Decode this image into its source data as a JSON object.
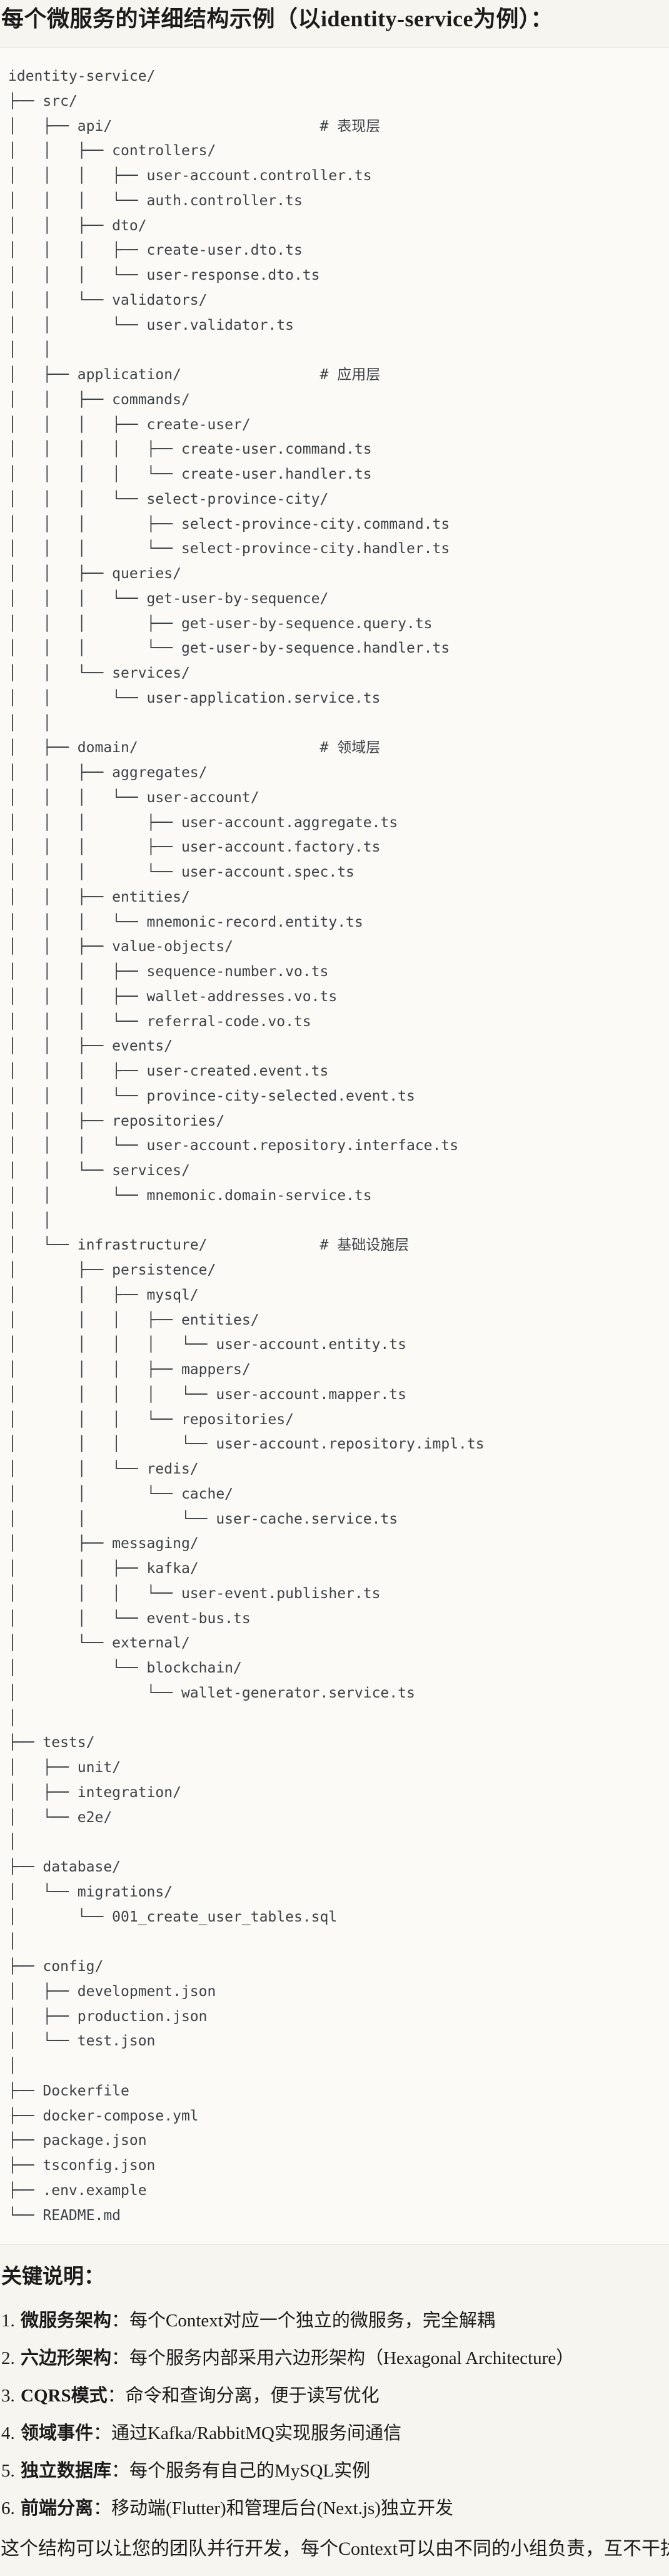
{
  "colors": {
    "page_bg": "#f7f5ef",
    "code_bg": "#fbfaf6",
    "border_col": "#e5e2d8",
    "tree_col": "#3d4247",
    "text_col": "#1b1b1b"
  },
  "title": "每个微服务的详细结构示例（以identity-service为例）：",
  "tree": {
    "lines": [
      "identity-service/",
      "├── src/",
      "│   ├── api/                        # 表现层",
      "│   │   ├── controllers/",
      "│   │   │   ├── user-account.controller.ts",
      "│   │   │   └── auth.controller.ts",
      "│   │   ├── dto/",
      "│   │   │   ├── create-user.dto.ts",
      "│   │   │   └── user-response.dto.ts",
      "│   │   └── validators/",
      "│   │       └── user.validator.ts",
      "│   │",
      "│   ├── application/                # 应用层",
      "│   │   ├── commands/",
      "│   │   │   ├── create-user/",
      "│   │   │   │   ├── create-user.command.ts",
      "│   │   │   │   └── create-user.handler.ts",
      "│   │   │   └── select-province-city/",
      "│   │   │       ├── select-province-city.command.ts",
      "│   │   │       └── select-province-city.handler.ts",
      "│   │   ├── queries/",
      "│   │   │   └── get-user-by-sequence/",
      "│   │   │       ├── get-user-by-sequence.query.ts",
      "│   │   │       └── get-user-by-sequence.handler.ts",
      "│   │   └── services/",
      "│   │       └── user-application.service.ts",
      "│   │",
      "│   ├── domain/                     # 领域层",
      "│   │   ├── aggregates/",
      "│   │   │   └── user-account/",
      "│   │   │       ├── user-account.aggregate.ts",
      "│   │   │       ├── user-account.factory.ts",
      "│   │   │       └── user-account.spec.ts",
      "│   │   ├── entities/",
      "│   │   │   └── mnemonic-record.entity.ts",
      "│   │   ├── value-objects/",
      "│   │   │   ├── sequence-number.vo.ts",
      "│   │   │   ├── wallet-addresses.vo.ts",
      "│   │   │   └── referral-code.vo.ts",
      "│   │   ├── events/",
      "│   │   │   ├── user-created.event.ts",
      "│   │   │   └── province-city-selected.event.ts",
      "│   │   ├── repositories/",
      "│   │   │   └── user-account.repository.interface.ts",
      "│   │   └── services/",
      "│   │       └── mnemonic.domain-service.ts",
      "│   │",
      "│   └── infrastructure/             # 基础设施层",
      "│       ├── persistence/",
      "│       │   ├── mysql/",
      "│       │   │   ├── entities/",
      "│       │   │   │   └── user-account.entity.ts",
      "│       │   │   ├── mappers/",
      "│       │   │   │   └── user-account.mapper.ts",
      "│       │   │   └── repositories/",
      "│       │   │       └── user-account.repository.impl.ts",
      "│       │   └── redis/",
      "│       │       └── cache/",
      "│       │           └── user-cache.service.ts",
      "│       ├── messaging/",
      "│       │   ├── kafka/",
      "│       │   │   └── user-event.publisher.ts",
      "│       │   └── event-bus.ts",
      "│       └── external/",
      "│           └── blockchain/",
      "│               └── wallet-generator.service.ts",
      "│",
      "├── tests/",
      "│   ├── unit/",
      "│   ├── integration/",
      "│   └── e2e/",
      "│",
      "├── database/",
      "│   └── migrations/",
      "│       └── 001_create_user_tables.sql",
      "│",
      "├── config/",
      "│   ├── development.json",
      "│   ├── production.json",
      "│   └── test.json",
      "│",
      "├── Dockerfile",
      "├── docker-compose.yml",
      "├── package.json",
      "├── tsconfig.json",
      "├── .env.example",
      "└── README.md"
    ]
  },
  "notes": {
    "heading": "关键说明：",
    "items": [
      {
        "num": "1.",
        "term": "微服务架构",
        "sep": "：",
        "desc": "每个Context对应一个独立的微服务，完全解耦"
      },
      {
        "num": "2.",
        "term": "六边形架构",
        "sep": "：",
        "desc": "每个服务内部采用六边形架构（Hexagonal Architecture）"
      },
      {
        "num": "3.",
        "term": "CQRS模式",
        "sep": "：",
        "desc": "命令和查询分离，便于读写优化"
      },
      {
        "num": "4.",
        "term": "领域事件",
        "sep": "：",
        "desc": "通过Kafka/RabbitMQ实现服务间通信"
      },
      {
        "num": "5.",
        "term": "独立数据库",
        "sep": "：",
        "desc": "每个服务有自己的MySQL实例"
      },
      {
        "num": "6.",
        "term": "前端分离",
        "sep": "：",
        "desc": "移动端(Flutter)和管理后台(Next.js)独立开发"
      }
    ],
    "closing": "这个结构可以让您的团队并行开发，每个Context可以由不同的小组负责，互不干扰。"
  }
}
